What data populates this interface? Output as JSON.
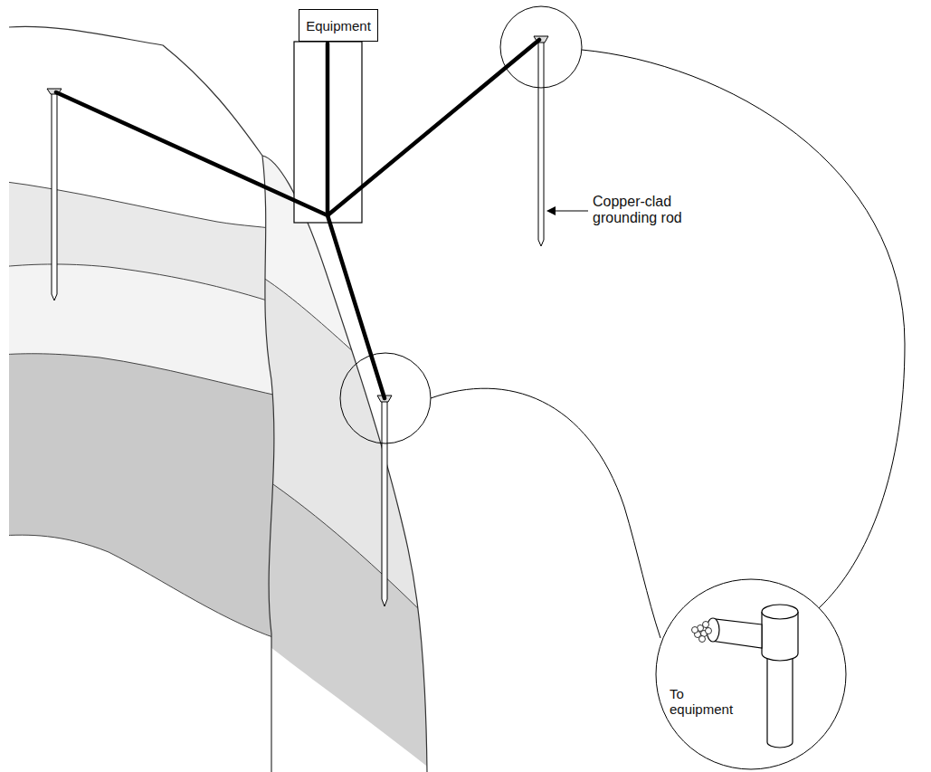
{
  "diagram": {
    "nodes": [
      {
        "text": [
          "Equipment"
        ]
      }
    ],
    "labels": [
      "Copper-clad grounding rod",
      "To equipment"
    ]
  }
}
